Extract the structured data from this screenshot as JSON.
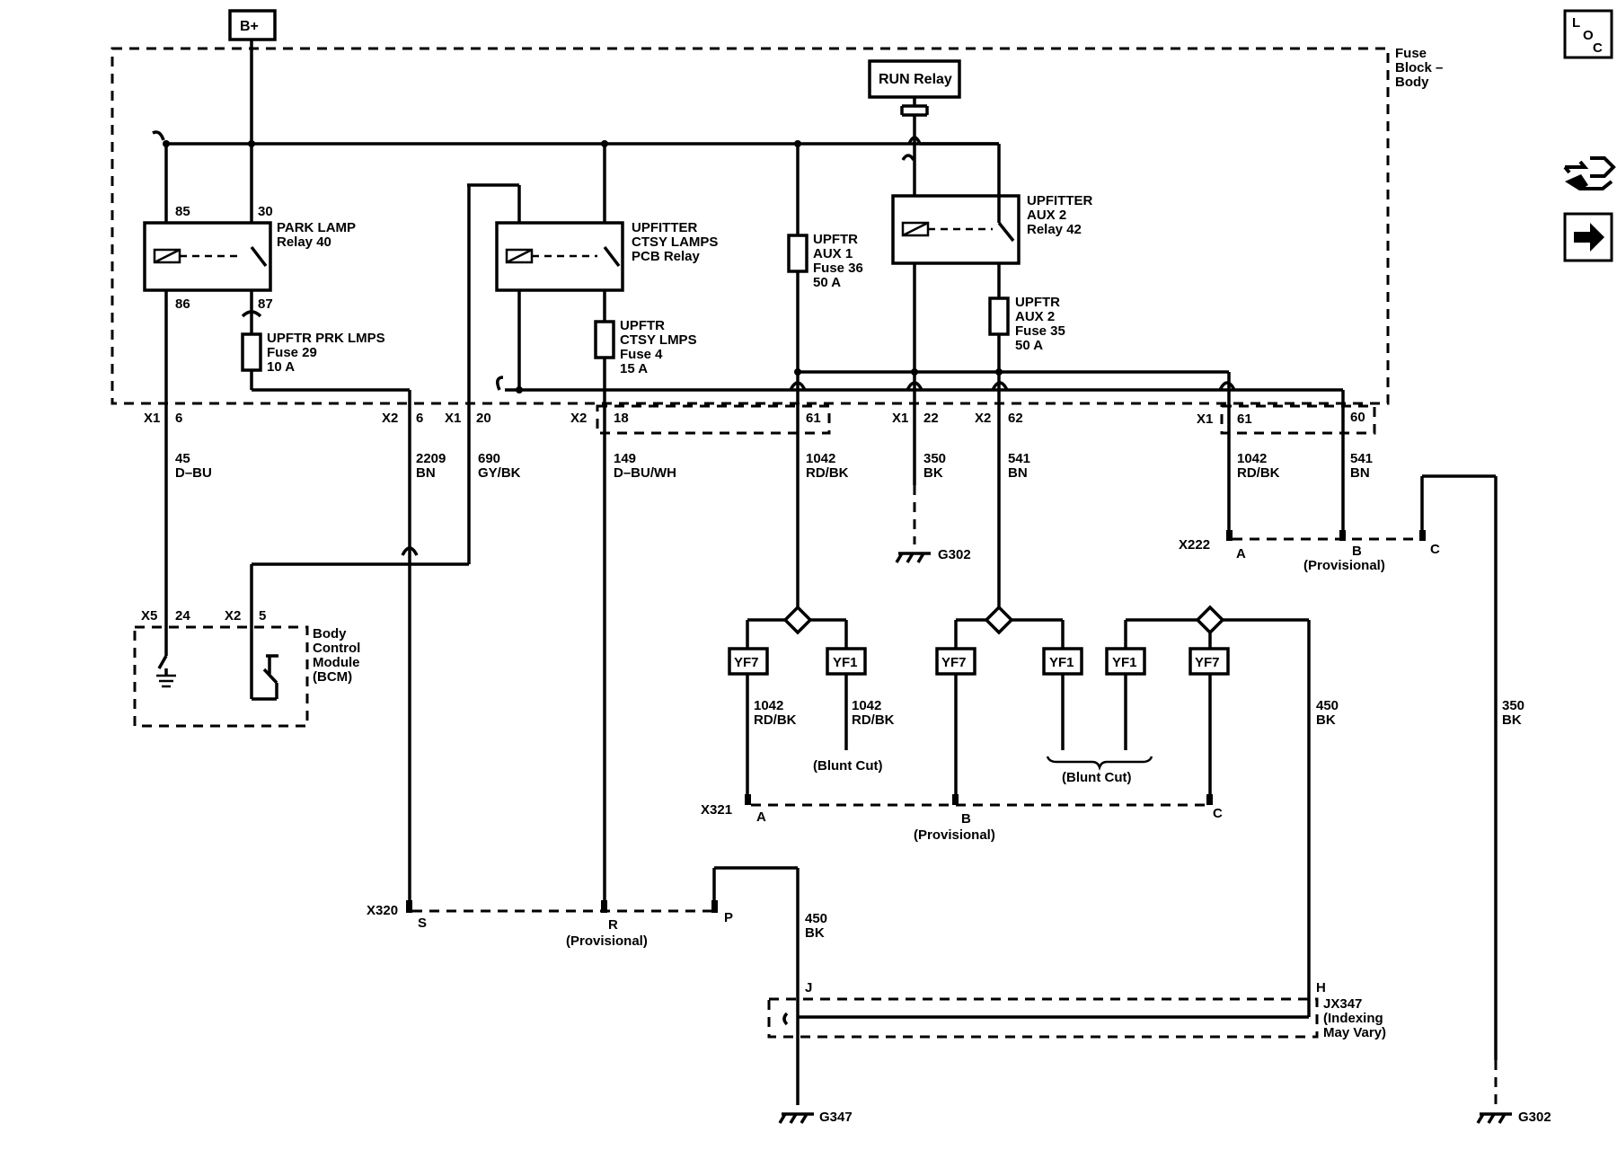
{
  "power": {
    "label": "B+"
  },
  "fuse_block": {
    "line1": "Fuse",
    "line2": "Block –",
    "line3": "Body"
  },
  "run_relay": {
    "label": "RUN Relay"
  },
  "park_relay": {
    "pin85": "85",
    "pin30": "30",
    "pin86": "86",
    "pin87": "87",
    "line1": "PARK LAMP",
    "line2": "Relay 40"
  },
  "ctsy_relay": {
    "line1": "UPFITTER",
    "line2": "CTSY LAMPS",
    "line3": "PCB Relay"
  },
  "aux2_relay": {
    "line1": "UPFITTER",
    "line2": "AUX 2",
    "line3": "Relay 42"
  },
  "fuse29": {
    "line1": "UPFTR PRK LMPS",
    "line2": "Fuse 29",
    "line3": "10 A"
  },
  "fuse4": {
    "line1": "UPFTR",
    "line2": "CTSY LMPS",
    "line3": "Fuse 4",
    "line4": "15 A"
  },
  "fuse36": {
    "line1": "UPFTR",
    "line2": "AUX 1",
    "line3": "Fuse 36",
    "line4": "50 A"
  },
  "fuse35": {
    "line1": "UPFTR",
    "line2": "AUX 2",
    "line3": "Fuse 35",
    "line4": "50 A"
  },
  "connectors": {
    "c1": {
      "conn": "X1",
      "pin": "6"
    },
    "c2": {
      "conn": "X2",
      "pin": "6"
    },
    "c3": {
      "conn": "X1",
      "pin": "20"
    },
    "c4": {
      "conn": "X2",
      "pin": "18"
    },
    "c5": {
      "pin": "61"
    },
    "c6": {
      "conn": "X1",
      "pin": "22"
    },
    "c7": {
      "conn": "X2",
      "pin": "62"
    },
    "c8": {
      "conn": "X1",
      "pin": "61"
    },
    "c9": {
      "pin": "60"
    }
  },
  "wires": {
    "w1": {
      "num": "45",
      "color": "D–BU"
    },
    "w2": {
      "num": "2209",
      "color": "BN"
    },
    "w3": {
      "num": "690",
      "color": "GY/BK"
    },
    "w4": {
      "num": "149",
      "color": "D–BU/WH"
    },
    "w5": {
      "num": "1042",
      "color": "RD/BK"
    },
    "w6": {
      "num": "350",
      "color": "BK"
    },
    "w7": {
      "num": "541",
      "color": "BN"
    },
    "w8": {
      "num": "1042",
      "color": "RD/BK"
    },
    "w9": {
      "num": "541",
      "color": "BN"
    },
    "w10": {
      "num": "1042",
      "color": "RD/BK"
    },
    "w11": {
      "num": "1042",
      "color": "RD/BK"
    },
    "w12": {
      "num": "450",
      "color": "BK"
    },
    "w13": {
      "num": "350",
      "color": "BK"
    },
    "w14": {
      "num": "450",
      "color": "BK"
    }
  },
  "grounds": {
    "g302a": "G302",
    "g347": "G347",
    "g302b": "G302"
  },
  "x222": {
    "name": "X222",
    "pa": "A",
    "pb": "B",
    "pb_note": "(Provisional)",
    "pc": "C"
  },
  "bcm": {
    "x5": "X5",
    "p24": "24",
    "x2": "X2",
    "p5": "5",
    "line1": "Body",
    "line2": "Control",
    "line3": "Module",
    "line4": "(BCM)"
  },
  "splices": {
    "yf7": "YF7",
    "yf1": "YF1"
  },
  "blunt": {
    "b1": "(Blunt Cut)",
    "b2": "(Blunt Cut)"
  },
  "x321": {
    "name": "X321",
    "pa": "A",
    "pb": "B",
    "pb_note": "(Provisional)",
    "pc": "C"
  },
  "x320": {
    "name": "X320",
    "ps": "S",
    "pr": "R",
    "pr_note": "(Provisional)",
    "pp": "P"
  },
  "jx347": {
    "pj": "J",
    "ph": "H",
    "line1": "JX347",
    "line2": "(Indexing",
    "line3": "May Vary)"
  },
  "side_icons": {
    "loc": "loc-icon",
    "schematic": "schematic-icon",
    "next": "arrow-right-icon",
    "loc_l": "L",
    "loc_o": "O",
    "loc_c": "C"
  }
}
